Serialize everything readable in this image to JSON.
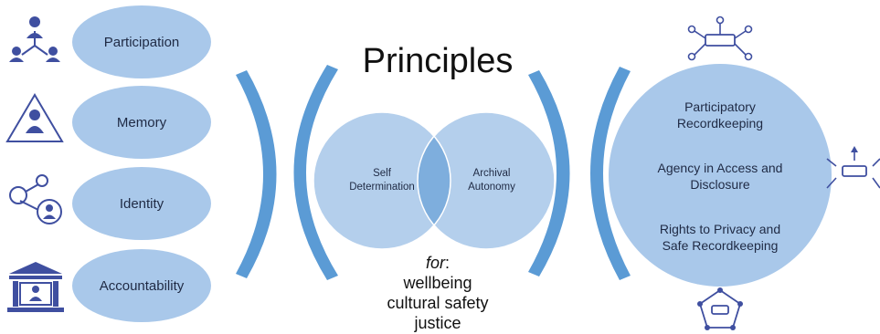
{
  "title": "Principles",
  "left_items": [
    {
      "label": "Participation",
      "icon": "network-people-icon"
    },
    {
      "label": "Memory",
      "icon": "person-triangle-icon"
    },
    {
      "label": "Identity",
      "icon": "connected-person-icon"
    },
    {
      "label": "Accountability",
      "icon": "institution-building-icon"
    }
  ],
  "venn": {
    "left": [
      "Self",
      "Determination"
    ],
    "right": [
      "Archival",
      "Autonomy"
    ]
  },
  "for_section": {
    "prefix": "for",
    "colon": ":",
    "lines": [
      "wellbeing",
      "cultural safety",
      "justice"
    ]
  },
  "right_circle": {
    "items": [
      [
        "Participatory",
        "Recordkeeping"
      ],
      [
        "Agency in Access and",
        "Disclosure"
      ],
      [
        "Rights to Privacy and",
        "Safe Recordkeeping"
      ]
    ]
  },
  "right_icons": [
    "hub-network-icon",
    "radiating-node-icon",
    "pentagon-network-icon"
  ],
  "colors": {
    "ellipse_fill": "#a9c8ea",
    "bracket": "#5b9bd5",
    "venn_fill": "#b4cfec",
    "venn_overlap": "#7eaedd",
    "big_circle": "#a9c8ea",
    "icon": "#3f4fa0"
  }
}
